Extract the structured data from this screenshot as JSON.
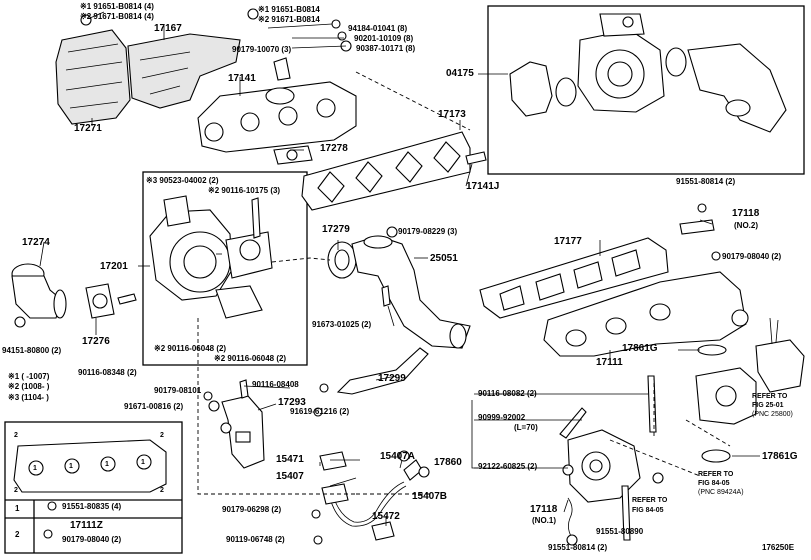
{
  "labels": {
    "l_17271": "17271",
    "l_17167": "17167",
    "l_17141": "17141",
    "l_17278": "17278",
    "l_17173": "17173",
    "l_17141j": "17141J",
    "l_04175": "04175",
    "l_17274": "17274",
    "l_17276": "17276",
    "l_17201": "17201",
    "l_17279": "17279",
    "l_25051": "25051",
    "l_17177": "17177",
    "l_17118a": "17118",
    "l_17118a_no": "(NO.2)",
    "l_17111": "17111",
    "l_17861g1": "17861G",
    "l_17861g2": "17861G",
    "l_17299": "17299",
    "l_17293": "17293",
    "l_15407a": "15407A",
    "l_15471": "15471",
    "l_15407": "15407",
    "l_15407b": "15407B",
    "l_15472": "15472",
    "l_17860": "17860",
    "l_17118b": "17118",
    "l_17118b_no": "(NO.1)",
    "l_17111z": "17111Z",
    "l_catalog": "176250E"
  },
  "parts": {
    "p1": "※1 91651-B0814 (4)",
    "p2": "※2 91671-B0814 (4)",
    "p3": "※1 91651-B0814",
    "p4": "※2 91671-B0814",
    "p5": "94184-01041 (8)",
    "p6": "90201-10109 (8)",
    "p7": "90179-10070 (3)",
    "p8": "90387-10171 (8)",
    "p9": "※3 90523-04002 (2)",
    "p10": "※2 90116-10175 (3)",
    "p11": "90179-08229 (3)",
    "p12": "91551-80814 (2)",
    "p13": "90179-08040 (2)",
    "p14": "94151-80800 (2)",
    "p15": "91673-01025 (2)",
    "p16": "※2 90116-06048 (2)",
    "p17": "※2 90116-06048 (2)",
    "p18": "90116-08348 (2)",
    "p19": "90179-08101",
    "p20": "90116-08408",
    "p21": "91671-00816 (2)",
    "p22": "91619-61216 (2)",
    "p23": "90116-08082 (2)",
    "p24": "90999-92002",
    "p25": "(L=70)",
    "p26": "92122-60825 (2)",
    "p27": "90179-06298 (2)",
    "p28": "90119-06748 (2)",
    "p29": "91551-80890",
    "p30": "91551-80814 (2)",
    "p31": "91551-80835 (4)",
    "p32": "90179-08040 (2)"
  },
  "notes": {
    "n1": "※1 (      -1007)",
    "n2": "※2 (1008-      )",
    "n3": "※3 (1104-      )"
  },
  "refs": {
    "r1a": "REFER TO",
    "r1b": "FIG 25-01",
    "r1c": "(PNC 25800)",
    "r2a": "REFER TO",
    "r2b": "FIG 84-05",
    "r2c": "(PNC 89424A)",
    "r3a": "REFER TO",
    "r3b": "FIG 84-05"
  },
  "legend": {
    "c1": "1",
    "c2": "2",
    "row1_num": "1",
    "row2_num": "2"
  }
}
